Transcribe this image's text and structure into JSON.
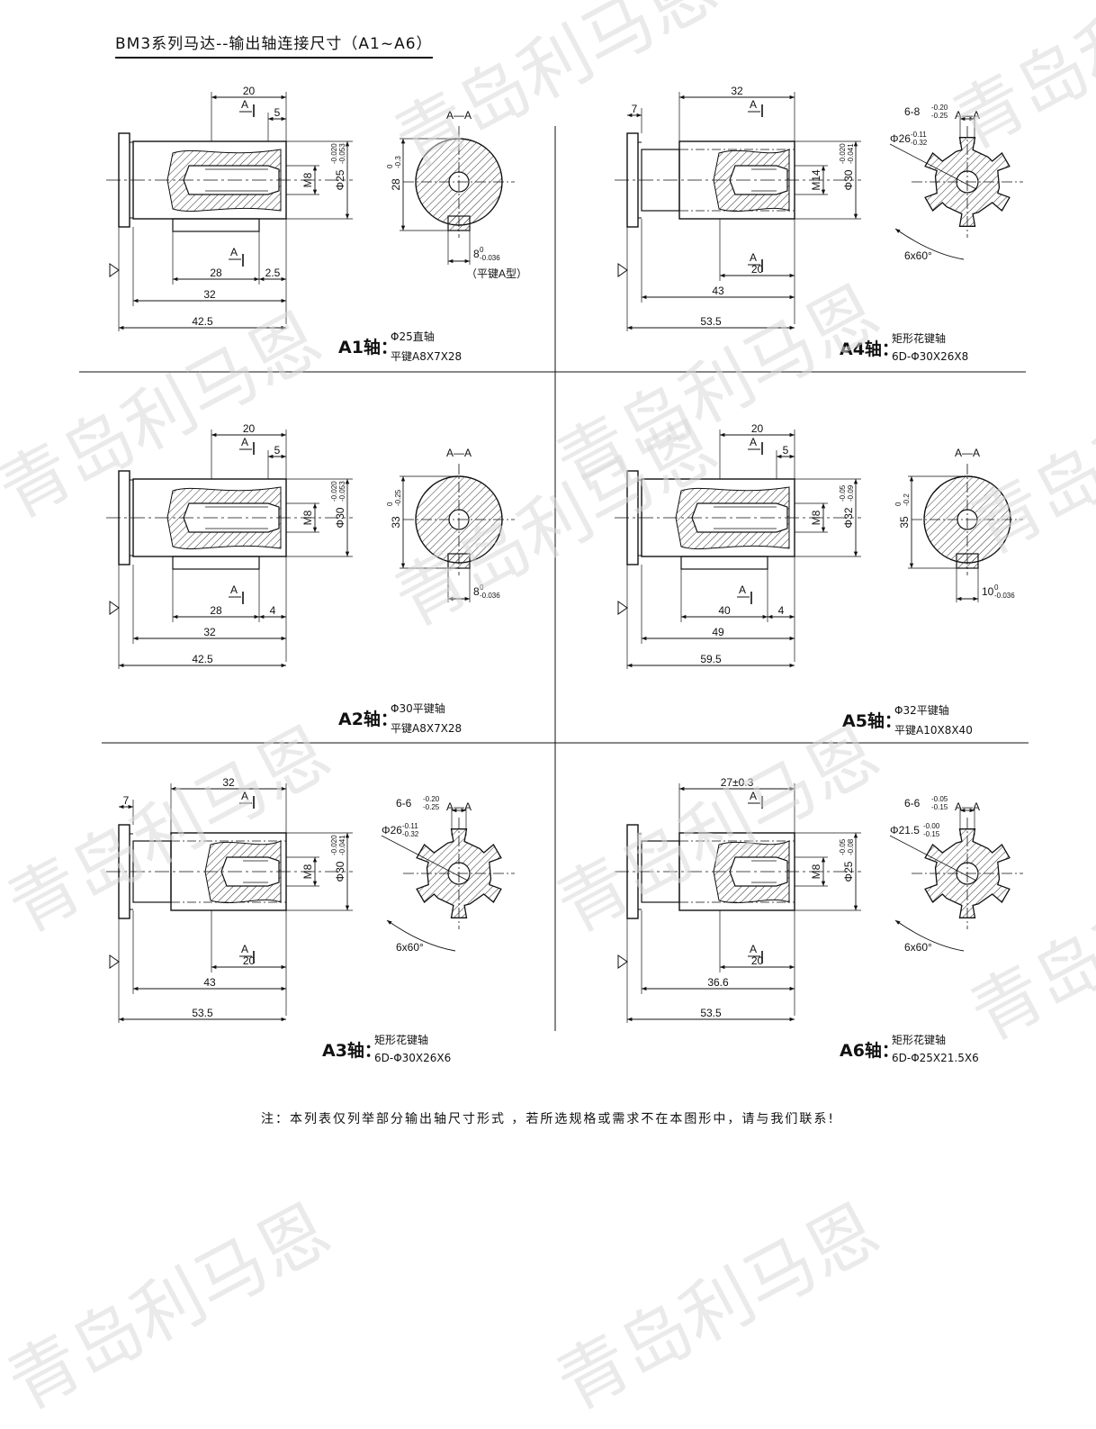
{
  "title": "BM3系列马达--输出轴连接尺寸（A1~A6）",
  "footer_note": "注：本列表仅列举部分输出轴尺寸形式 ，若所选规格或需求不在本图形中，请与我们联系!",
  "watermark": "青岛利马恩",
  "colors": {
    "line": "#111111",
    "hatch": "#333333",
    "watermark": "#d9d9d9"
  },
  "section_label": "A—A",
  "cut_marker": "A",
  "panels": [
    {
      "id": "A1",
      "name": "A1轴：",
      "spec_line1": "Φ25直轴",
      "spec_line2": "平键A8X7X28",
      "dims": {
        "top": "20",
        "groove": "5",
        "thread": "M8",
        "shaft": "Φ25",
        "tol_up": "-0.020",
        "tol_dn": "-0.053",
        "key_len": "28",
        "gap": "2.5",
        "len1": "32",
        "len2": "42.5"
      },
      "section": {
        "type": "key",
        "height": "28",
        "h_up": "0",
        "h_dn": "-0.3",
        "key": "8",
        "k_up": "0",
        "k_dn": "-0.036",
        "note": "（平键A型）"
      }
    },
    {
      "id": "A4",
      "name": "A4轴：",
      "spec_line1": "矩形花键轴",
      "spec_line2": "6D-Φ30X26X8",
      "dims": {
        "flange": "7",
        "top": "32",
        "thread": "M14",
        "shaft": "Φ30",
        "tol_up": "-0.020",
        "tol_dn": "-0.041",
        "bottom": "20",
        "len1": "43",
        "len2": "53.5"
      },
      "section": {
        "type": "spline",
        "spl": "6-8",
        "s_up": "-0.20",
        "s_dn": "-0.25",
        "dia": "Φ26",
        "d_up": "-0.11",
        "d_dn": "-0.32",
        "angle": "6x60°"
      }
    },
    {
      "id": "A2",
      "name": "A2轴：",
      "spec_line1": "Φ30平键轴",
      "spec_line2": "平键A8X7X28",
      "dims": {
        "top": "20",
        "groove": "5",
        "thread": "M8",
        "shaft": "Φ30",
        "tol_up": "-0.020",
        "tol_dn": "-0.053",
        "key_len": "28",
        "gap": "4",
        "len1": "32",
        "len2": "42.5"
      },
      "section": {
        "type": "key",
        "height": "33",
        "h_up": "0",
        "h_dn": "-0.25",
        "key": "8",
        "k_up": "0",
        "k_dn": "-0.036",
        "note": ""
      }
    },
    {
      "id": "A5",
      "name": "A5轴：",
      "spec_line1": "Φ32平键轴",
      "spec_line2": "平键A10X8X40",
      "dims": {
        "top": "20",
        "groove": "5",
        "thread": "M8",
        "shaft": "Φ32",
        "tol_up": "-0.05",
        "tol_dn": "-0.09",
        "key_len": "40",
        "gap": "4",
        "len1": "49",
        "len2": "59.5"
      },
      "section": {
        "type": "key",
        "height": "35",
        "h_up": "0",
        "h_dn": "-0.2",
        "key": "10",
        "k_up": "0",
        "k_dn": "-0.036",
        "note": ""
      }
    },
    {
      "id": "A3",
      "name": "A3轴：",
      "spec_line1": "矩形花键轴",
      "spec_line2": "6D-Φ30X26X6",
      "dims": {
        "flange": "7",
        "top": "32",
        "thread": "M8",
        "shaft": "Φ30",
        "tol_up": "-0.020",
        "tol_dn": "-0.041",
        "bottom": "20",
        "len1": "43",
        "len2": "53.5"
      },
      "section": {
        "type": "spline",
        "spl": "6-6",
        "s_up": "-0.20",
        "s_dn": "-0.25",
        "dia": "Φ26",
        "d_up": "-0.11",
        "d_dn": "-0.32",
        "angle": "6x60°"
      }
    },
    {
      "id": "A6",
      "name": "A6轴：",
      "spec_line1": "矩形花键轴",
      "spec_line2": "6D-Φ25X21.5X6",
      "dims": {
        "flange": "",
        "top": "27±0.3",
        "thread": "M8",
        "shaft": "Φ25",
        "tol_up": "-0.05",
        "tol_dn": "-0.08",
        "bottom": "20",
        "len1": "36.6",
        "len2": "53.5"
      },
      "section": {
        "type": "spline",
        "spl": "6-6",
        "s_up": "-0.05",
        "s_dn": "-0.15",
        "dia": "Φ21.5",
        "d_up": "-0.00",
        "d_dn": "-0.15",
        "angle": "6x60°"
      }
    }
  ]
}
